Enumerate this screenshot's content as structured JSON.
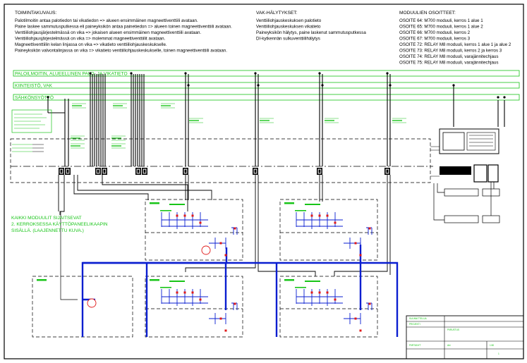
{
  "toimintakuvaus": {
    "title": "TOIMINTAKUVAUS:",
    "lines": [
      "Palotilmoitin antaa palotiedon tai vikatiedon => alueen ensimmäinen magneettiventtiili avataan.",
      "Paine laskee sammutusputkessa eli paineyksikön antaa painetiedon => alueen toinen magneettiventtiili avataan.",
      "Venttiiliohjausjärjestelmässä on vika => jokaisen alueen ensimmäinen magneettiventtiili avataan.",
      "Venttiiliohjausjärjestelmässä on vika => molemmat magneettiventtiilit avataan.",
      "Magneettiventtiilin kelan linjassa on vika => vikatieto venttiiliohjauskeskukselle.",
      "Paineyksikön valvontalinjassa on vika => vikatieto venttiiliohjauskeskukselle, toinen magneettiventtiili avataan."
    ]
  },
  "vak": {
    "title": "VAK-HÄLYTYKSET:",
    "lines": [
      "Venttiiliohjauskeskuksen palotieto",
      "Venttiiliohjauskeskuksen vikatieto",
      "Paineyksikön hälytys, paine laskenut sammutusputkessa",
      "DI-kytkennän sulkuventtiilihälytys"
    ]
  },
  "moduulit": {
    "title": "MODUULIEN OSOITTEET:",
    "lines": [
      "OSOITE 64: M700 moduuli, kerros 1 alue 1",
      "OSOITE 65: M700 moduuli, kerros 1 alue 2",
      "OSOITE 66: M700 moduuli, kerros 2",
      "OSOITE 67: M700 moduuli, kerros 3",
      "OSOITE 72: RELAY M8 moduuli, kerros 1 alue 1 ja alue 2",
      "OSOITE 73: RELAY M8 moduuli, kerros 2 ja kerros 3",
      "OSOITE 74: RELAY M8 moduuli, varajännitechjaus",
      "OSOITE 75: RELAY M8 moduuli, varajännitechjaus"
    ]
  },
  "buses": {
    "palo": "PALOILMOITIN, ALUEELLINEN PALO- JA VIKATIETO",
    "kiinteisto": "KIINTEISTÖ, VAK",
    "sahko": "SÄHKÖNSYÖTTÖ"
  },
  "note": {
    "lines": [
      "KAIKKI MODUULIT SIJAITSEVAT",
      "2. KERROKSESSA KÄYTTÖPANEELIKAAPIN",
      "SISÄLLÄ. (LAAJENNETTU KUVA.)"
    ]
  },
  "title_block": {
    "line1": "SUUNNITTELIJA",
    "line2": "PROJEKTI",
    "line3": "PIIRUSTUS",
    "sign": "PIIRTÄNYT",
    "signer": "Aki",
    "scale": "1:50",
    "sheet": "1"
  },
  "colors": {
    "bus_green": "#18c418",
    "pipe_blue": "#0a1ed0",
    "valve_red": "#e01818",
    "line_black": "#000000"
  }
}
